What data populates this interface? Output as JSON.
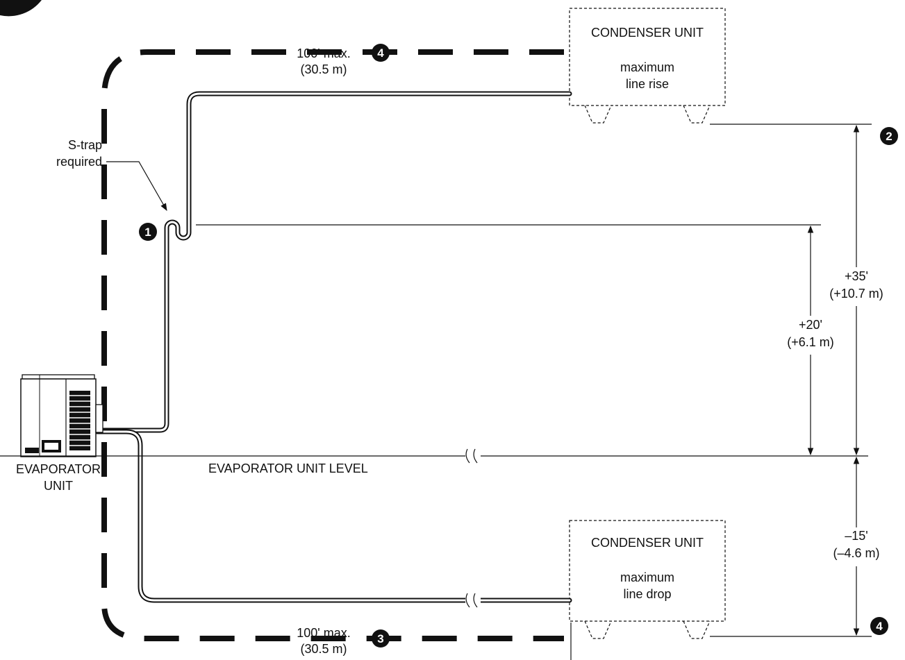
{
  "distance_top": {
    "line1": "100' max.",
    "line2": "(30.5 m)",
    "marker": "4"
  },
  "distance_bottom": {
    "line1": "100' max.",
    "line2": "(30.5 m)",
    "marker": "3"
  },
  "condenser_top": {
    "title": "CONDENSER UNIT",
    "line1": "maximum",
    "line2": "line rise"
  },
  "condenser_bottom": {
    "title": "CONDENSER UNIT",
    "line1": "maximum",
    "line2": "line drop"
  },
  "strap": {
    "line1": "S-trap",
    "line2": "required",
    "marker": "1"
  },
  "rise_total": {
    "line1": "+35'",
    "line2": "(+10.7 m)",
    "marker": "2"
  },
  "rise_trap": {
    "line1": "+20'",
    "line2": "(+6.1 m)"
  },
  "drop": {
    "line1": "–15'",
    "line2": "(–4.6 m)",
    "marker": "4"
  },
  "evaporator": {
    "line1": "EVAPORATOR",
    "line2": "UNIT"
  },
  "level_label": "EVAPORATOR UNIT LEVEL",
  "colors": {
    "ink": "#111111",
    "background": "#ffffff"
  }
}
